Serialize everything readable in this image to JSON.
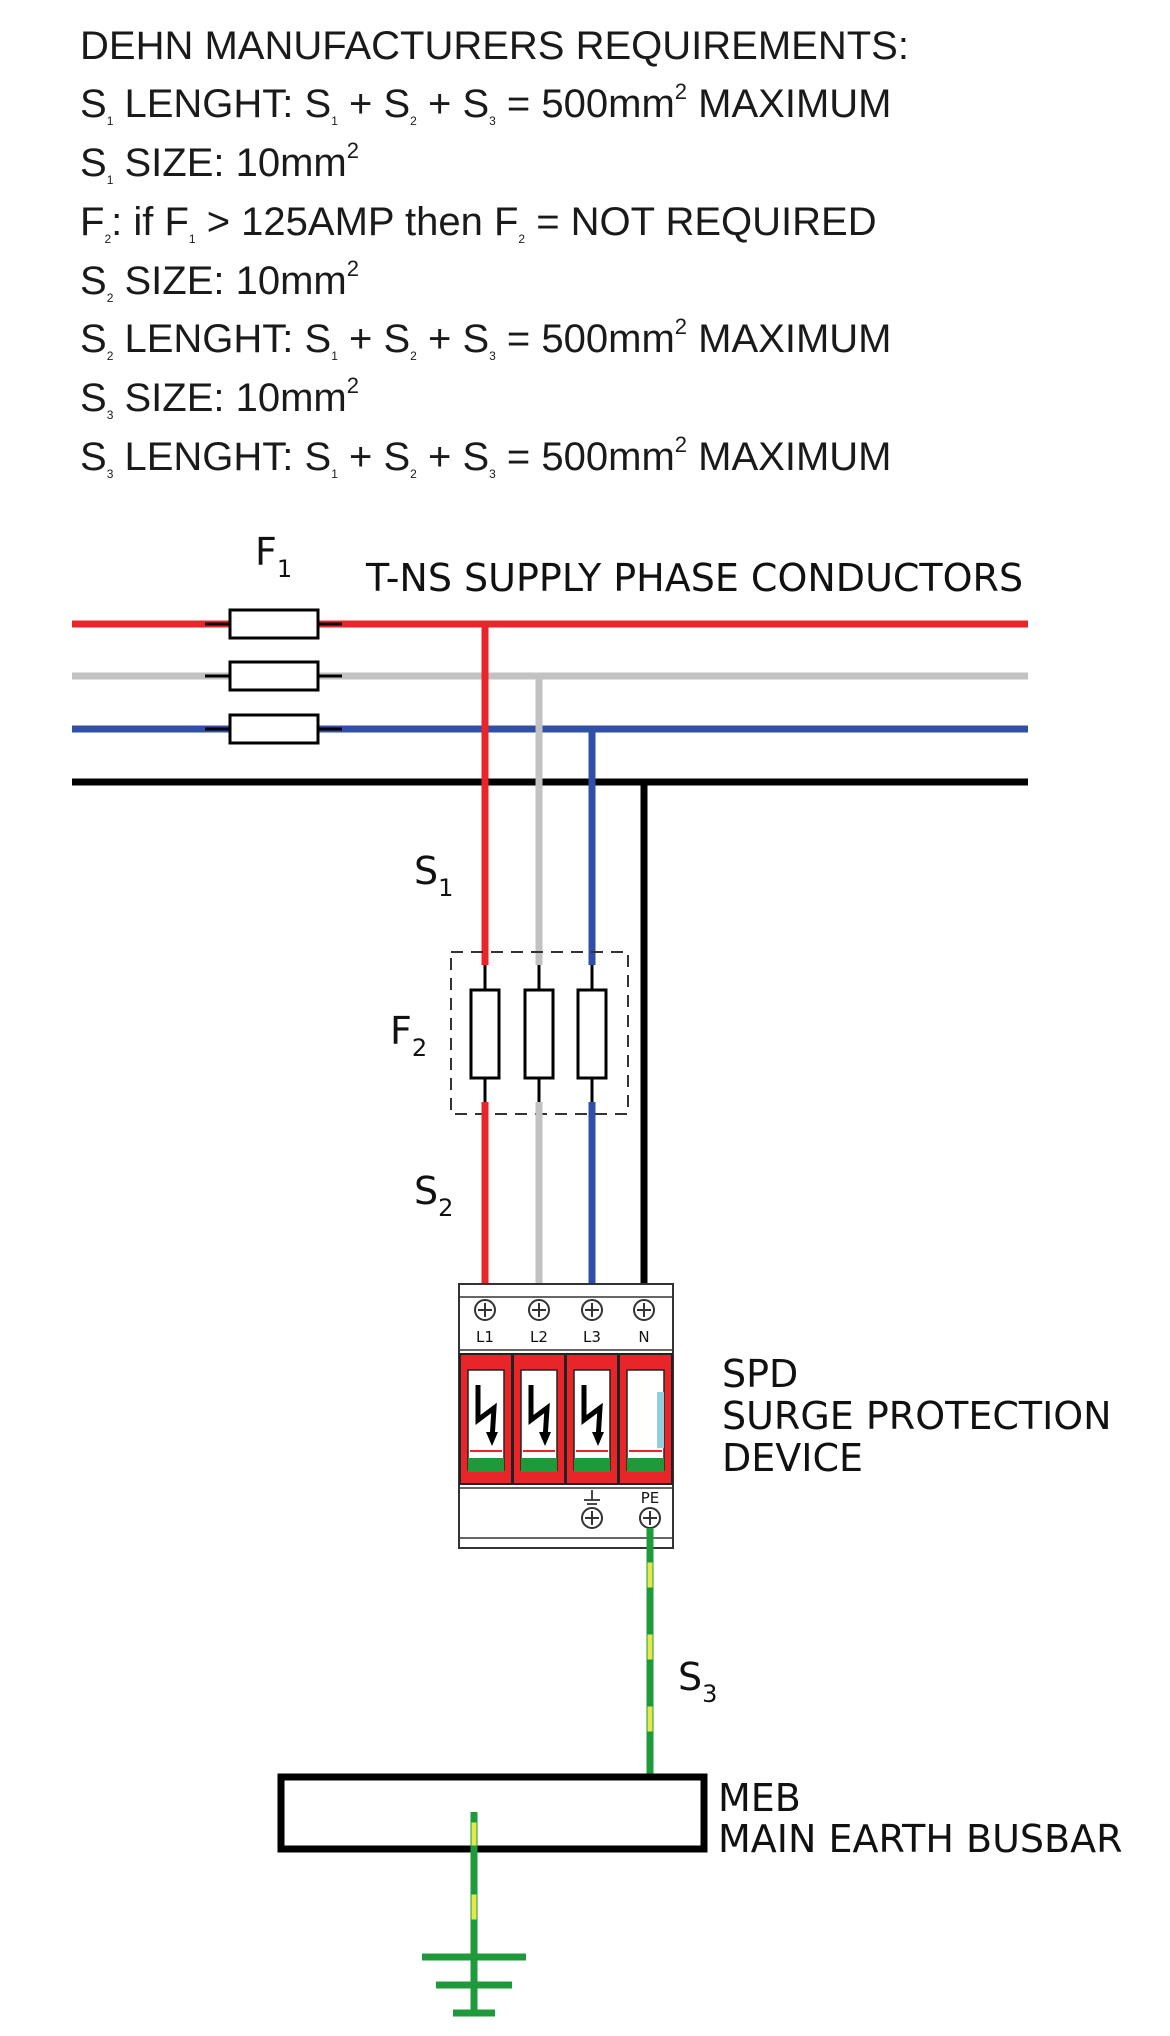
{
  "requirements": {
    "title": "DEHN MANUFACTURERS REQUIREMENTS:",
    "lines": [
      {
        "sym": "S",
        "sub": "1",
        "text": " LENGHT: ",
        "parts": [
          {
            "t": "S",
            "s": "1"
          },
          {
            "t": " + S",
            "s": "2"
          },
          {
            "t": " + S",
            "s": "3"
          }
        ],
        "tail": " = 500mm",
        "sup": "2",
        "end": " MAXIMUM"
      },
      {
        "sym": "S",
        "sub": "1",
        "text": " SIZE: 10mm",
        "sup": "2"
      },
      {
        "sym": "F",
        "sub": "2",
        "text": ": if F",
        "sub2": "1",
        "text2": " > 125AMP then  F",
        "sub3": "2",
        "text3": " = NOT REQUIRED"
      },
      {
        "sym": "S",
        "sub": "2",
        "text": " SIZE: 10mm",
        "sup": "2"
      },
      {
        "sym": "S",
        "sub": "2",
        "text": " LENGHT: ",
        "tail": " = 500mm",
        "sup": "2",
        "end": " MAXIMUM"
      },
      {
        "sym": "S",
        "sub": "3",
        "text": " SIZE: 10mm",
        "sup": "2"
      },
      {
        "sym": "S",
        "sub": "3",
        "text": " LENGHT: ",
        "tail": " = 500mm",
        "sup": "2",
        "end": " MAXIMUM"
      }
    ]
  },
  "labels": {
    "f1": "F",
    "f1_sub": "1",
    "supply": "T-NS SUPPLY PHASE CONDUCTORS",
    "s1": "S",
    "s1_sub": "1",
    "f2": "F",
    "f2_sub": "2",
    "s2": "S",
    "s2_sub": "2",
    "s3": "S",
    "s3_sub": "3",
    "terminals": [
      "L1",
      "L2",
      "L3",
      "N"
    ],
    "pe": "PE",
    "spd_1": "SPD",
    "spd_2": "SURGE PROTECTION",
    "spd_3": "DEVICE",
    "meb_1": "MEB",
    "meb_2": "MAIN EARTH BUSBAR"
  },
  "colors": {
    "l1": "#e8262a",
    "l2": "#c2c2c2",
    "l3": "#2f4fa8",
    "neutral": "#000000",
    "earth": "#1f9a3a",
    "earth_stripe": "#e4e84a",
    "spd_module": "#e8262a"
  }
}
